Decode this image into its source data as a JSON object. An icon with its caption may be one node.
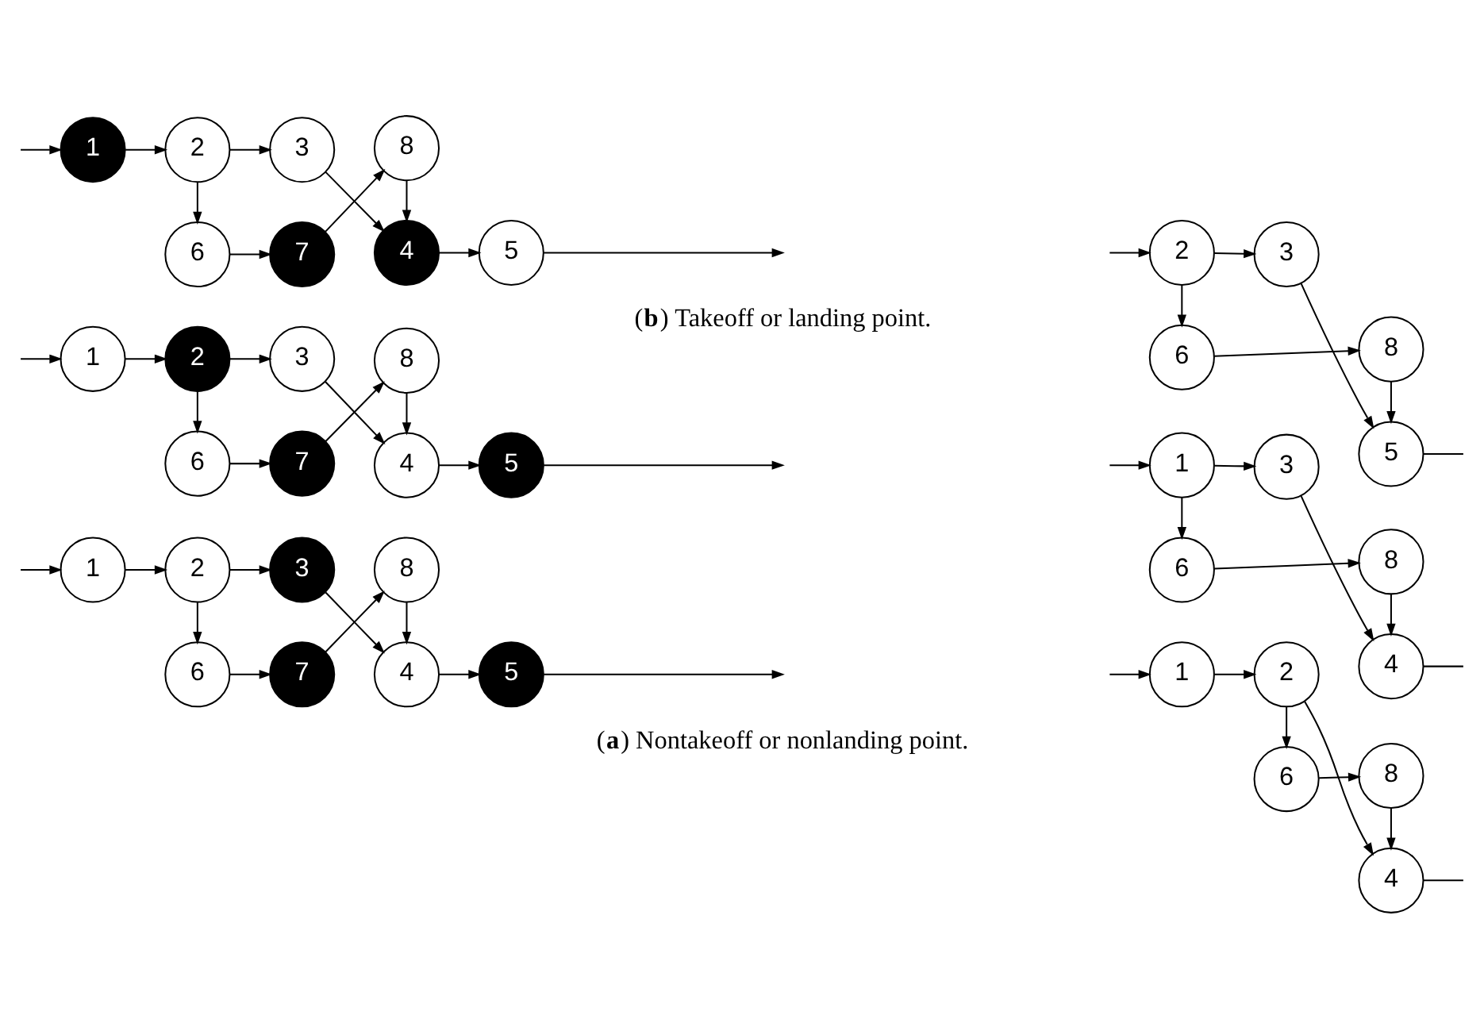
{
  "diagram": {
    "nodes": [
      {
        "text": [
          "6"
        ]
      },
      {
        "text": [
          "7"
        ]
      },
      {
        "text": [
          "8"
        ]
      },
      {
        "text": [
          "1"
        ]
      },
      {
        "text": [
          "2"
        ]
      },
      {
        "text": [
          "3"
        ]
      },
      {
        "text": [
          "4"
        ]
      },
      {
        "text": [
          "5"
        ]
      },
      {
        "text": [
          "6"
        ]
      },
      {
        "text": [
          "8"
        ]
      },
      {
        "text": [
          "1"
        ]
      },
      {
        "text": [
          "2"
        ]
      },
      {
        "text": [
          "4"
        ]
      },
      {
        "text": [
          "6"
        ]
      },
      {
        "text": [
          "7"
        ]
      },
      {
        "text": [
          "8"
        ]
      },
      {
        "text": [
          "1"
        ]
      },
      {
        "text": [
          "2"
        ]
      },
      {
        "text": [
          "3"
        ]
      },
      {
        "text": [
          "4"
        ]
      },
      {
        "text": [
          "5"
        ]
      },
      {
        "text": [
          "6"
        ]
      },
      {
        "text": [
          "8"
        ]
      },
      {
        "text": [
          "1"
        ]
      },
      {
        "text": [
          "3"
        ]
      },
      {
        "text": [
          "4"
        ]
      },
      {
        "text": [
          "6"
        ]
      },
      {
        "text": [
          "7"
        ]
      },
      {
        "text": [
          "8"
        ]
      },
      {
        "text": [
          "1"
        ]
      },
      {
        "text": [
          "2"
        ]
      },
      {
        "text": [
          "3"
        ]
      },
      {
        "text": [
          "4"
        ]
      },
      {
        "text": [
          "5"
        ]
      },
      {
        "text": [
          "6"
        ]
      },
      {
        "text": [
          "8"
        ]
      },
      {
        "text": [
          "2"
        ]
      },
      {
        "text": [
          "3"
        ]
      },
      {
        "text": [
          "5"
        ]
      }
    ],
    "edges": [
      {
        "from": null,
        "to": 3,
        "arrow": "to"
      },
      {
        "from": 3,
        "to": 4,
        "arrow": "to"
      },
      {
        "from": 4,
        "to": 5,
        "arrow": "to"
      },
      {
        "from": 5,
        "to": 6,
        "arrow": "to"
      },
      {
        "from": 6,
        "to": 7,
        "arrow": "to"
      },
      {
        "from": 7,
        "to": null,
        "arrow": "to"
      },
      {
        "from": 4,
        "to": 0,
        "arrow": "to"
      },
      {
        "from": 0,
        "to": 1,
        "arrow": "to"
      },
      {
        "from": 1,
        "to": 2,
        "arrow": "to"
      },
      {
        "from": 2,
        "to": 6,
        "arrow": "to"
      },
      {
        "from": null,
        "to": 10,
        "arrow": "to"
      },
      {
        "from": 10,
        "to": 11,
        "arrow": "to"
      },
      {
        "from": 11,
        "to": 12,
        "arrow": "to"
      },
      {
        "from": 12,
        "to": null,
        "arrow": "none"
      },
      {
        "from": 11,
        "to": 8,
        "arrow": "to"
      },
      {
        "from": 8,
        "to": 9,
        "arrow": "to"
      },
      {
        "from": 9,
        "to": 12,
        "arrow": "to"
      },
      {
        "from": null,
        "to": 16,
        "arrow": "to"
      },
      {
        "from": 16,
        "to": 17,
        "arrow": "to"
      },
      {
        "from": 17,
        "to": 18,
        "arrow": "to"
      },
      {
        "from": 18,
        "to": 19,
        "arrow": "to"
      },
      {
        "from": 19,
        "to": 20,
        "arrow": "to"
      },
      {
        "from": 20,
        "to": null,
        "arrow": "to"
      },
      {
        "from": 17,
        "to": 13,
        "arrow": "to"
      },
      {
        "from": 13,
        "to": 14,
        "arrow": "to"
      },
      {
        "from": 14,
        "to": 15,
        "arrow": "to"
      },
      {
        "from": 15,
        "to": 19,
        "arrow": "to"
      },
      {
        "from": null,
        "to": 23,
        "arrow": "to"
      },
      {
        "from": 23,
        "to": 24,
        "arrow": "to"
      },
      {
        "from": 24,
        "to": 25,
        "arrow": "to"
      },
      {
        "from": 25,
        "to": null,
        "arrow": "none"
      },
      {
        "from": 23,
        "to": 21,
        "arrow": "to"
      },
      {
        "from": 21,
        "to": 22,
        "arrow": "to"
      },
      {
        "from": 22,
        "to": 25,
        "arrow": "to"
      },
      {
        "from": null,
        "to": 29,
        "arrow": "to"
      },
      {
        "from": 29,
        "to": 30,
        "arrow": "to"
      },
      {
        "from": 30,
        "to": 31,
        "arrow": "to"
      },
      {
        "from": 31,
        "to": 32,
        "arrow": "to"
      },
      {
        "from": 32,
        "to": 33,
        "arrow": "to"
      },
      {
        "from": 33,
        "to": null,
        "arrow": "to"
      },
      {
        "from": 30,
        "to": 26,
        "arrow": "to"
      },
      {
        "from": 26,
        "to": 27,
        "arrow": "to"
      },
      {
        "from": 27,
        "to": 28,
        "arrow": "to"
      },
      {
        "from": 28,
        "to": 32,
        "arrow": "to"
      },
      {
        "from": null,
        "to": 36,
        "arrow": "to"
      },
      {
        "from": 36,
        "to": 37,
        "arrow": "to"
      },
      {
        "from": 37,
        "to": 38,
        "arrow": "to"
      },
      {
        "from": 38,
        "to": null,
        "arrow": "none"
      },
      {
        "from": 36,
        "to": 34,
        "arrow": "to"
      },
      {
        "from": 34,
        "to": 35,
        "arrow": "to"
      },
      {
        "from": 35,
        "to": 38,
        "arrow": "to"
      }
    ],
    "labels": [
      "(**a**) Nontakeoff or nonlanding point.",
      "(**b**) Takeoff or landing point."
    ]
  }
}
